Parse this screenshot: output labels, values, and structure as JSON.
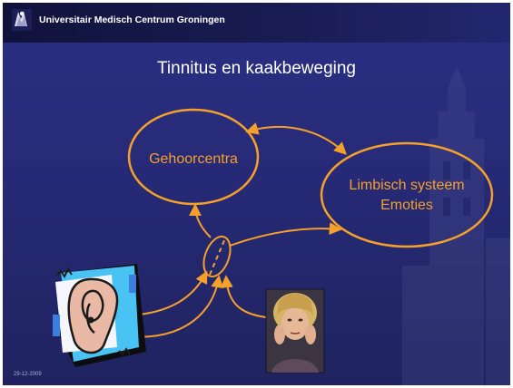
{
  "header": {
    "institution": "Universitair Medisch Centrum Groningen"
  },
  "slide": {
    "title": "Tinnitus en kaakbeweging",
    "date": "29-12-2009"
  },
  "diagram": {
    "nodes": {
      "hearing_centres": {
        "label": "Gehoorcentra"
      },
      "limbic_system": {
        "line1": "Limbisch systeem",
        "line2": "Emoties"
      }
    },
    "images": [
      "ear-illustration",
      "woman-jaw-photo"
    ],
    "accent_color": "#f5a02a"
  }
}
